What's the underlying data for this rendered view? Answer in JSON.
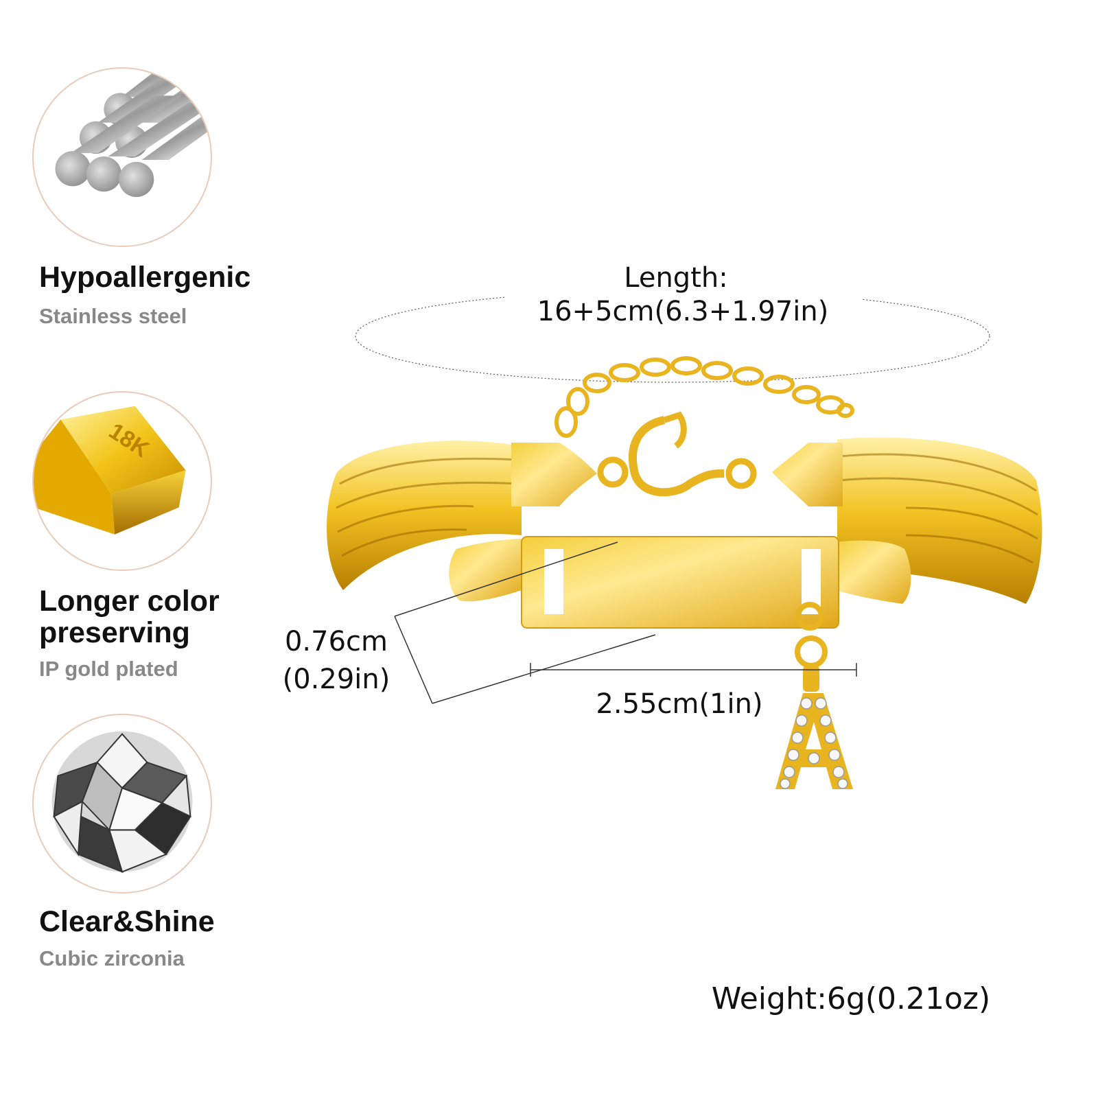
{
  "features": [
    {
      "title": "Hypoallergenic",
      "subtitle": "Stainless steel",
      "icon": "steel-rods-icon"
    },
    {
      "title": "Longer color preserving",
      "subtitle": "IP gold plated",
      "icon": "gold-bar-icon",
      "badge": "18K"
    },
    {
      "title": "Clear&Shine",
      "subtitle": "Cubic zirconia",
      "icon": "diamond-icon"
    }
  ],
  "measurements": {
    "length_label": "Length:",
    "length_value": "16+5cm(6.3+1.97in)",
    "height_cm": "0.76cm",
    "height_in": "(0.29in)",
    "width": "2.55cm(1in)",
    "weight": "Weight:6g(0.21oz)"
  },
  "product": {
    "pendant_letter": "A"
  },
  "colors": {
    "gold": "#e8b420",
    "circle_border": "#e9cbb8",
    "subtitle_gray": "#888888"
  }
}
